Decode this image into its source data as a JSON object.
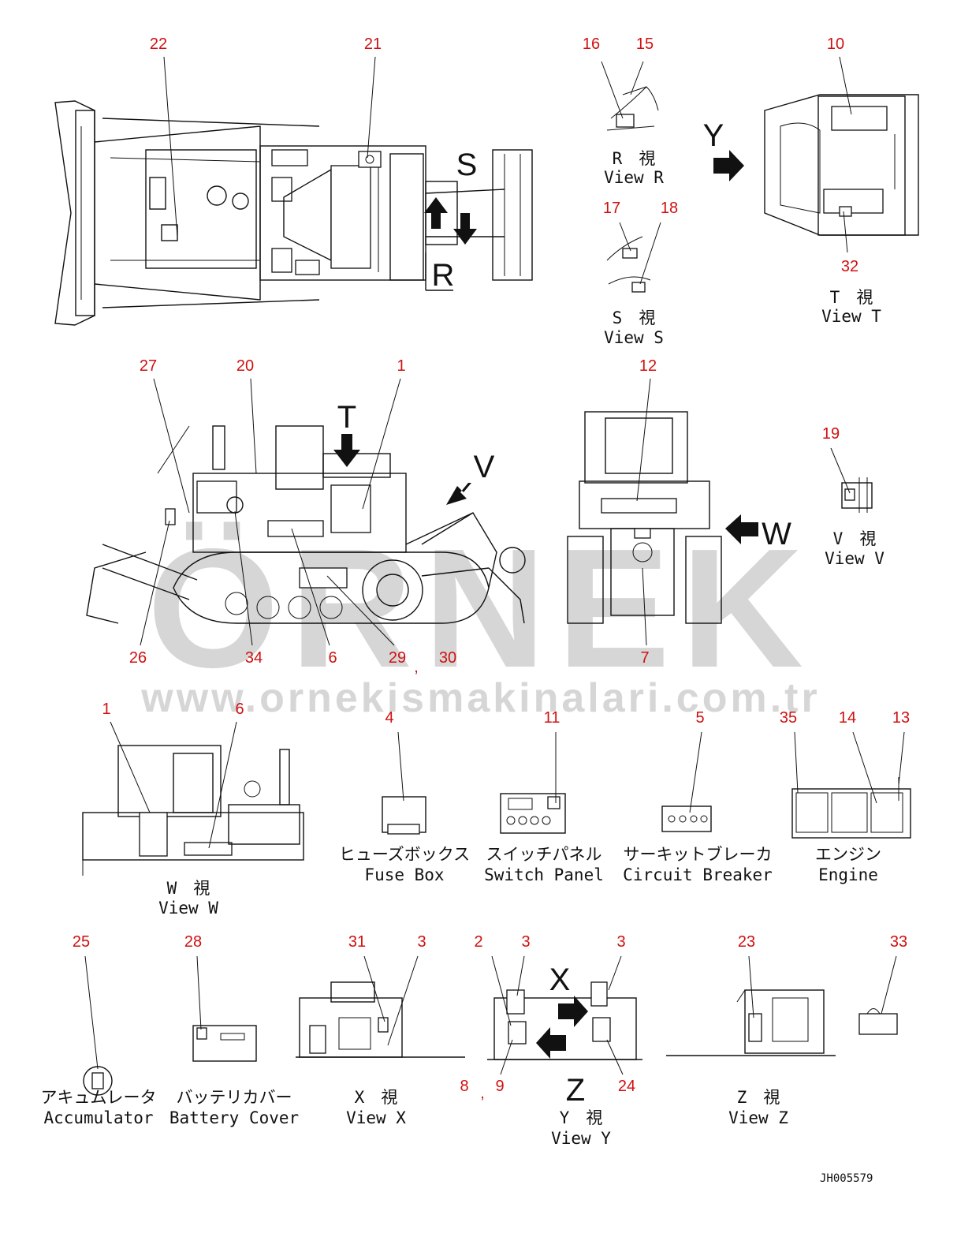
{
  "watermark": {
    "brand": "ÖRNEK",
    "url": "www.ornekismakinalari.com.tr"
  },
  "drawing_code": "JH005579",
  "view_letters": {
    "s": "S",
    "r": "R",
    "y": "Y",
    "t": "T",
    "v": "V",
    "w": "W",
    "x": "X",
    "z": "Z"
  },
  "view_captions": {
    "r": {
      "jp": "R　視",
      "en": "View R"
    },
    "s": {
      "jp": "S　視",
      "en": "View S"
    },
    "t": {
      "jp": "T　視",
      "en": "View T"
    },
    "v": {
      "jp": "V　視",
      "en": "View V"
    },
    "w": {
      "jp": "W　視",
      "en": "View W"
    },
    "x": {
      "jp": "X　視",
      "en": "View X"
    },
    "y": {
      "jp": "Y　視",
      "en": "View Y"
    },
    "z": {
      "jp": "Z　視",
      "en": "View Z"
    }
  },
  "component_captions": {
    "fuse_box": {
      "jp": "ヒューズボックス",
      "en": "Fuse Box"
    },
    "switch_panel": {
      "jp": "スイッチパネル",
      "en": "Switch Panel"
    },
    "circuit_breaker": {
      "jp": "サーキットブレーカ",
      "en": "Circuit Breaker"
    },
    "engine": {
      "jp": "エンジン",
      "en": "Engine"
    },
    "accumulator": {
      "jp": "アキュムレータ",
      "en": "Accumulator"
    },
    "battery_cover": {
      "jp": "バッテリカバー",
      "en": "Battery Cover"
    }
  },
  "callouts": {
    "c22": "22",
    "c21": "21",
    "c16": "16",
    "c15": "15",
    "c10": "10",
    "c17": "17",
    "c18": "18",
    "c32": "32",
    "c27": "27",
    "c20": "20",
    "c1a": "1",
    "c12": "12",
    "c19": "19",
    "c26": "26",
    "c34": "34",
    "c6a": "6",
    "c29": "29",
    "c30": "30",
    "c7": "7",
    "c1b": "1",
    "c6b": "6",
    "c4": "4",
    "c11": "11",
    "c5": "5",
    "c35": "35",
    "c14": "14",
    "c13": "13",
    "c25": "25",
    "c28": "28",
    "c31": "31",
    "c3a": "3",
    "c2": "2",
    "c3b": "3",
    "c3c": "3",
    "c23": "23",
    "c33": "33",
    "c8": "8",
    "c9": "9",
    "c24": "24"
  },
  "separators": {
    "comma": ","
  }
}
